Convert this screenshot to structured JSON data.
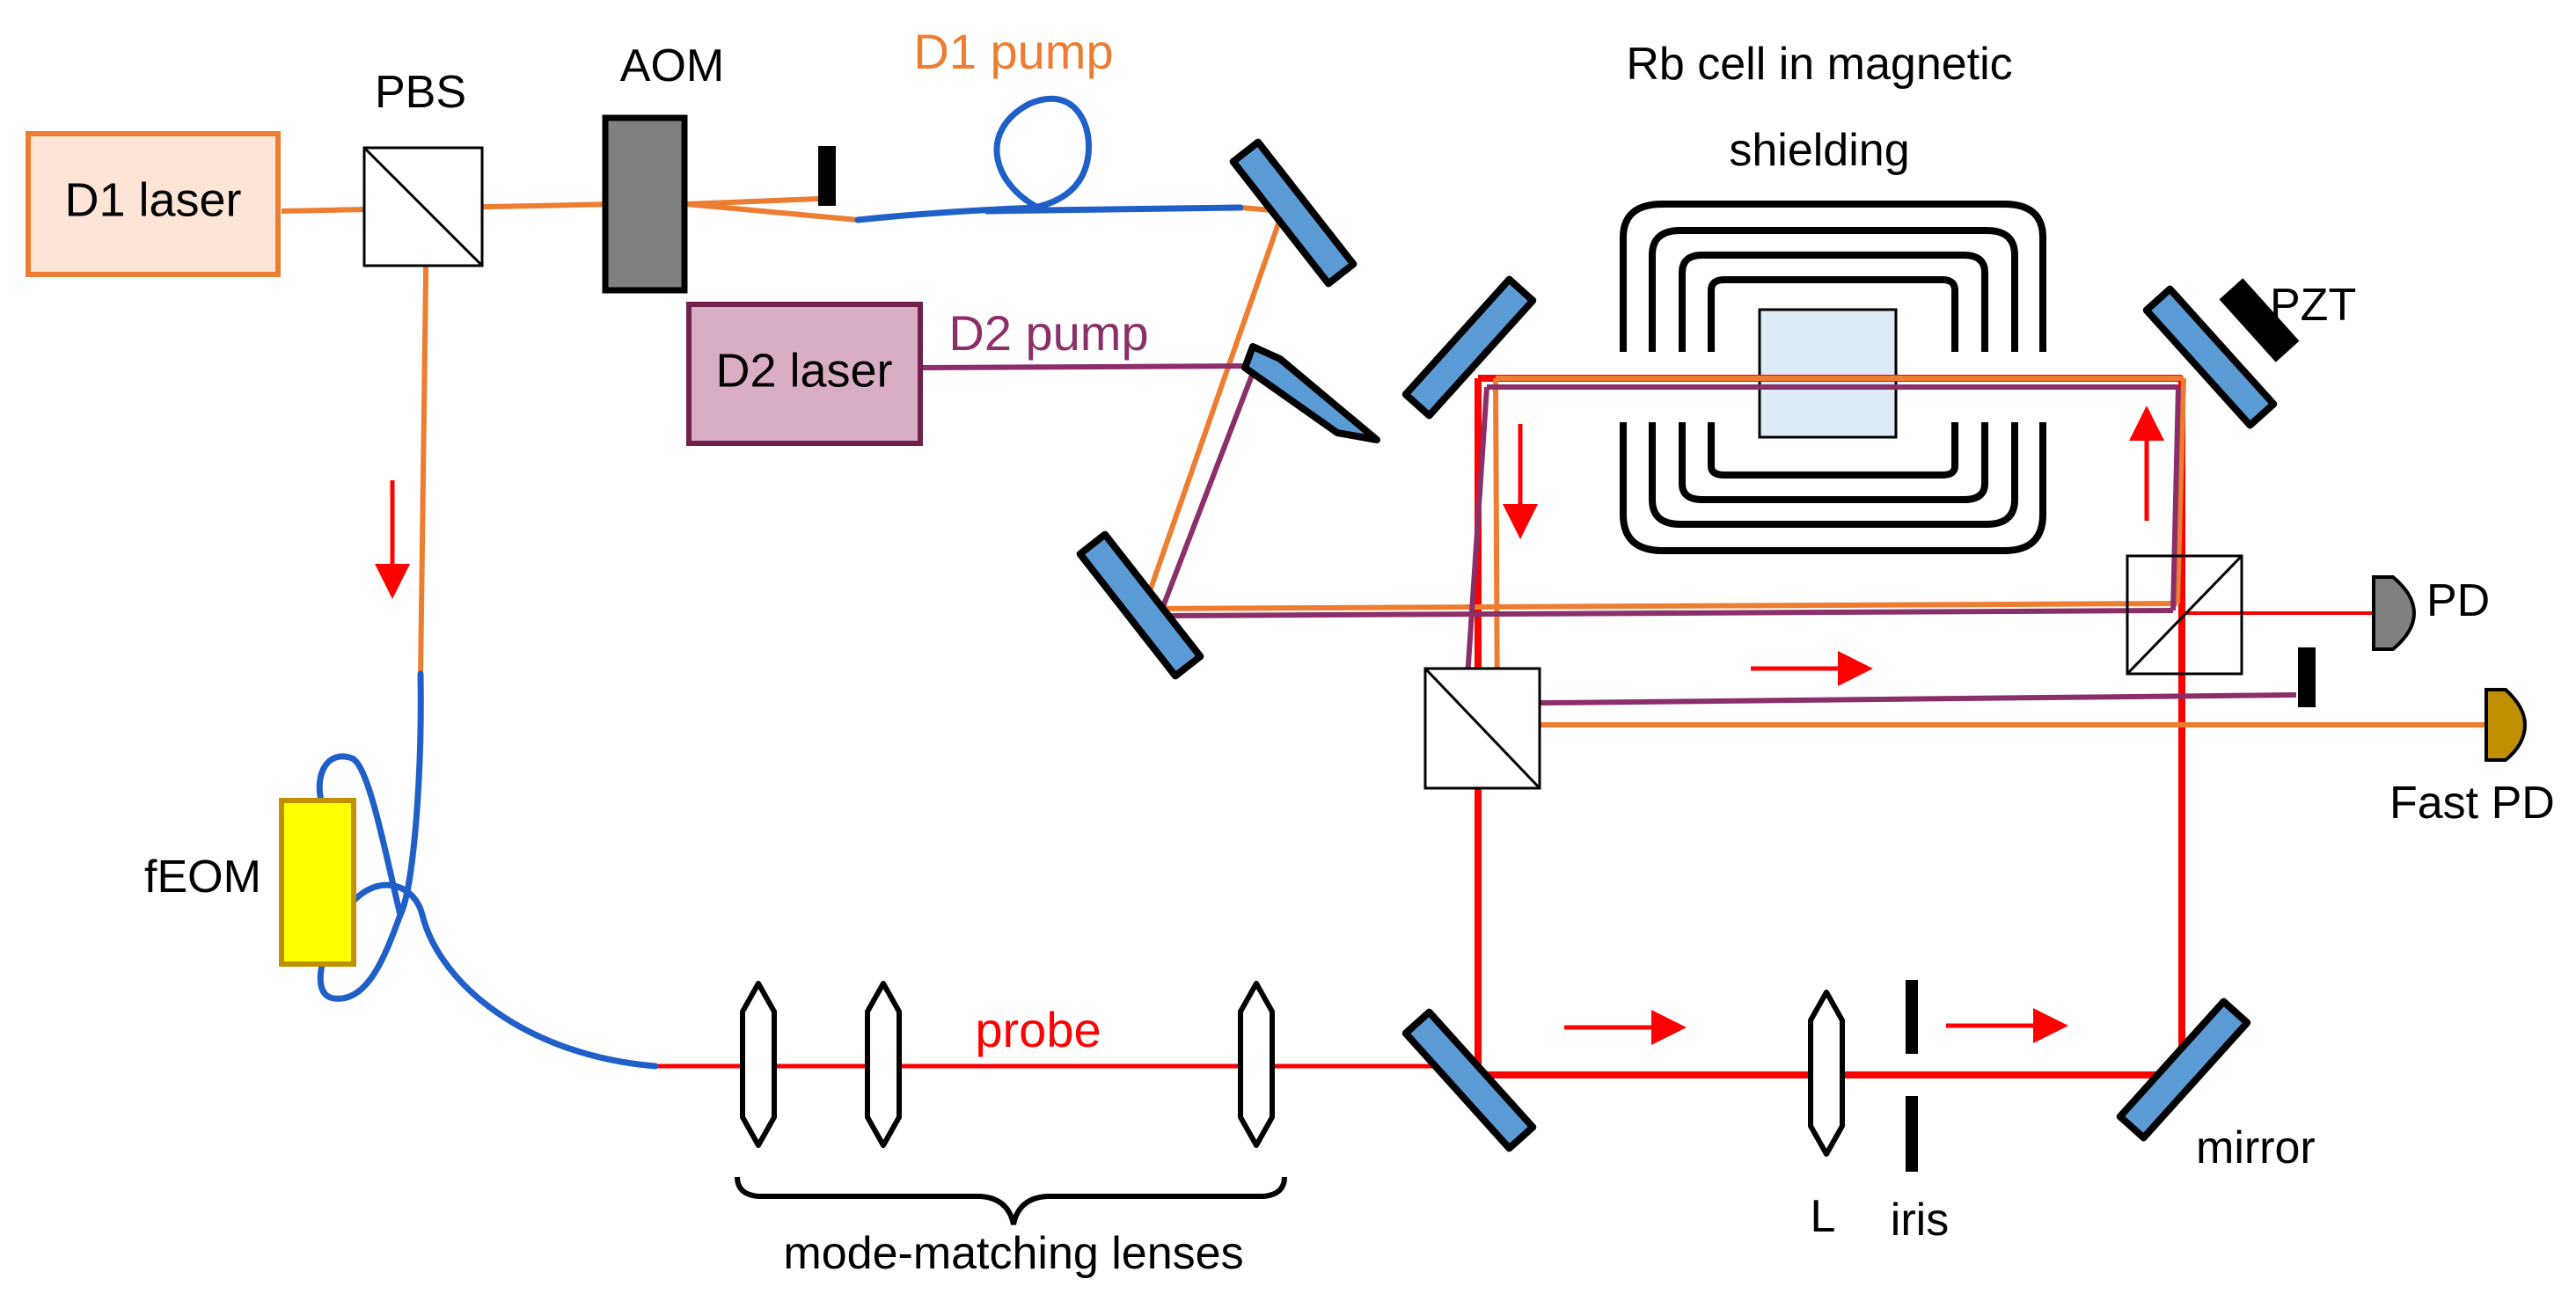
{
  "labels": {
    "d1_laser": "D1 laser",
    "d2_laser": "D2 laser",
    "pbs": "PBS",
    "aom": "AOM",
    "d1_pump": "D1 pump",
    "d2_pump": "D2 pump",
    "rb_cell_line1": "Rb cell in magnetic",
    "rb_cell_line2": "shielding",
    "pzt": "PZT",
    "pd": "PD",
    "fast_pd": "Fast PD",
    "feom": "fEOM",
    "probe": "probe",
    "mode_matching": "mode-matching lenses",
    "lens": "L",
    "iris": "iris",
    "mirror": "mirror"
  },
  "colors": {
    "d1": "#ED7D31",
    "d2": "#8B2F6B",
    "probe": "#FF0000",
    "fiber": "#1F5FC8",
    "mirror_fill": "#5B9BD5",
    "d1_laser_fill": "#FCE4D6",
    "d2_laser_fill": "#D9AEC5",
    "aom_fill": "#808080",
    "feom_fill": "#FFFF00",
    "feom_stroke": "#BF9000",
    "cell_fill": "#DDEBF7",
    "pd_fill": "#808080",
    "fast_pd_fill": "#BF8F00"
  }
}
